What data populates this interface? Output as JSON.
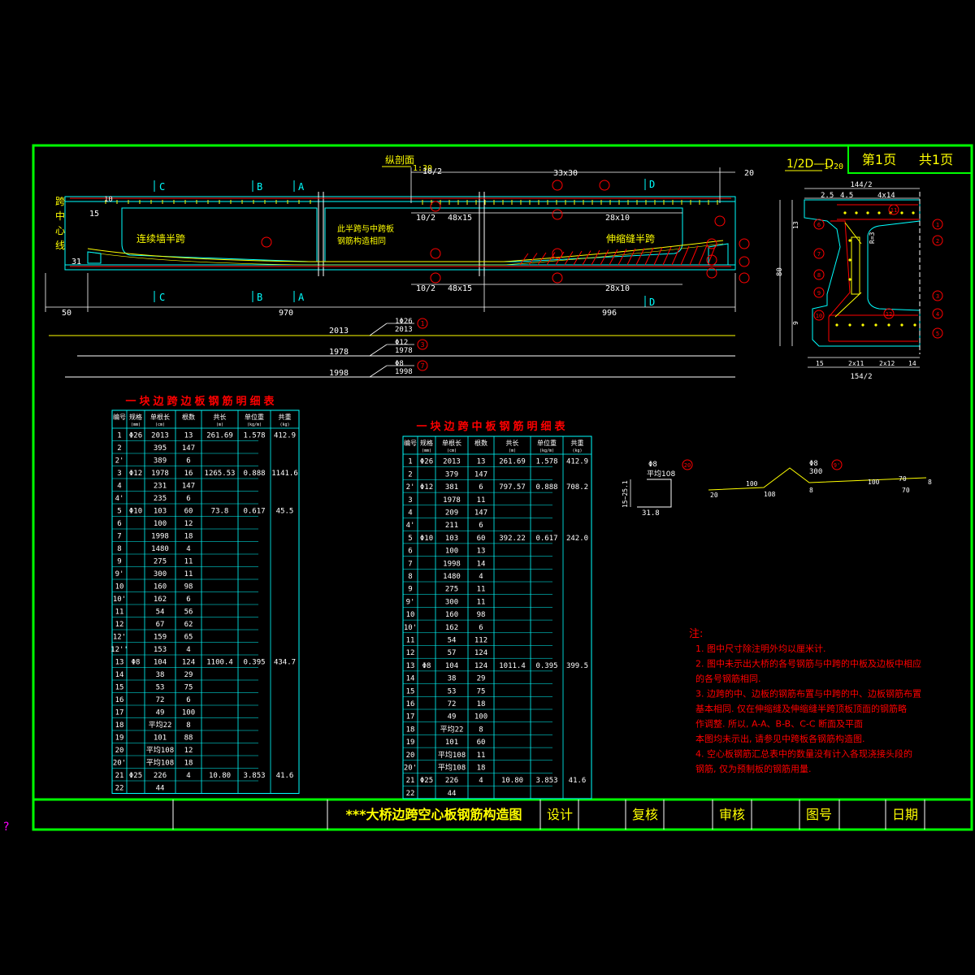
{
  "title_block": {
    "drawing_title": "***大桥边跨空心板钢筋构造图",
    "design": "设计",
    "check": "复核",
    "review": "审核",
    "drawing_no": "图号",
    "date": "日期",
    "page": "第1页",
    "total": "共1页"
  },
  "corner_mark": "?",
  "elevation": {
    "title": "纵剖面",
    "scale": "1:30",
    "center_line": [
      "跨",
      "中",
      "心",
      "线"
    ],
    "sec_c": "C",
    "sec_b": "B",
    "sec_a": "A",
    "sec_d": "D",
    "label_continuous": "连续墙半跨",
    "label_expansion": "伸缩缝半跨",
    "label_note": [
      "此半跨与中跨板",
      "钢筋构造相同"
    ],
    "dim_total_left": "970",
    "dim_total_right": "996",
    "dim_left_end": "50",
    "dim_right_end": "20",
    "dim_top_r": "33x30",
    "dim_top_a": "10/2",
    "dim_top_b": "48x15",
    "dim_top_c": "28x10",
    "dim_bot_a": "10/2",
    "dim_bot_b": "48x15",
    "dim_bot_c": "28x10",
    "dim_15": "15",
    "dim_31": "31",
    "dim_10": "10"
  },
  "bars": [
    {
      "len": "2013",
      "spec": "1Φ26",
      "sub": "2013",
      "id": "1"
    },
    {
      "len": "1978",
      "spec": "Φ12",
      "sub": "1978",
      "id": "3"
    },
    {
      "len": "1998",
      "spec": "Φ8",
      "sub": "1998",
      "id": "7"
    }
  ],
  "section": {
    "title": "1/2D—D",
    "scale": "1:20",
    "dim_top": "144/2",
    "dim_top2": "2.5",
    "dim_top3": "4.5",
    "dim_top4": "4x14",
    "dim_bottom": "154/2",
    "dim_b1": "15",
    "dim_b2": "2x11",
    "dim_b3": "2x12",
    "dim_b4": "14",
    "dim_height": "80",
    "dim_h1": "13",
    "dim_h2": "9",
    "dim_r": "R=3",
    "callouts": [
      "1",
      "2",
      "3",
      "4",
      "5",
      "6",
      "7",
      "8",
      "9",
      "10",
      "11",
      "12"
    ]
  },
  "table_edge": {
    "title": "一块边跨边板钢筋明细表",
    "headers": [
      "编号",
      "规格",
      "单根长",
      "根数",
      "共长",
      "单位重",
      "共重"
    ],
    "sub_headers": [
      "(mm)",
      "(cm)",
      "",
      "(m)",
      "(kg/m)",
      "(kg)"
    ],
    "rows": [
      [
        "1",
        "Φ26",
        "2013",
        "13",
        "261.69",
        "1.578",
        "412.9"
      ],
      [
        "2",
        "",
        "395",
        "147",
        "",
        "",
        ""
      ],
      [
        "2'",
        "",
        "389",
        "6",
        "",
        "",
        ""
      ],
      [
        "3",
        "Φ12",
        "1978",
        "16",
        "1265.53",
        "0.888",
        "1141.6"
      ],
      [
        "4",
        "",
        "231",
        "147",
        "",
        "",
        ""
      ],
      [
        "4'",
        "",
        "235",
        "6",
        "",
        "",
        ""
      ],
      [
        "5",
        "Φ10",
        "103",
        "60",
        "73.8",
        "0.617",
        "45.5"
      ],
      [
        "6",
        "",
        "100",
        "12",
        "",
        "",
        ""
      ],
      [
        "7",
        "",
        "1998",
        "18",
        "",
        "",
        ""
      ],
      [
        "8",
        "",
        "1480",
        "4",
        "",
        "",
        ""
      ],
      [
        "9",
        "",
        "275",
        "11",
        "",
        "",
        ""
      ],
      [
        "9'",
        "",
        "300",
        "11",
        "",
        "",
        ""
      ],
      [
        "10",
        "",
        "160",
        "98",
        "",
        "",
        ""
      ],
      [
        "10'",
        "",
        "162",
        "6",
        "",
        "",
        ""
      ],
      [
        "11",
        "",
        "54",
        "56",
        "",
        "",
        ""
      ],
      [
        "12",
        "",
        "67",
        "62",
        "",
        "",
        ""
      ],
      [
        "12'",
        "",
        "159",
        "65",
        "",
        "",
        ""
      ],
      [
        "12''",
        "",
        "153",
        "4",
        "",
        "",
        ""
      ],
      [
        "13",
        "Φ8",
        "104",
        "124",
        "1100.4",
        "0.395",
        "434.7"
      ],
      [
        "14",
        "",
        "38",
        "29",
        "",
        "",
        ""
      ],
      [
        "15",
        "",
        "53",
        "75",
        "",
        "",
        ""
      ],
      [
        "16",
        "",
        "72",
        "6",
        "",
        "",
        ""
      ],
      [
        "17",
        "",
        "49",
        "100",
        "",
        "",
        ""
      ],
      [
        "18",
        "",
        "平均22",
        "8",
        "",
        "",
        ""
      ],
      [
        "19",
        "",
        "101",
        "88",
        "",
        "",
        ""
      ],
      [
        "20",
        "",
        "平均108",
        "12",
        "",
        "",
        ""
      ],
      [
        "20'",
        "",
        "平均108",
        "18",
        "",
        "",
        ""
      ],
      [
        "21",
        "Φ25",
        "226",
        "4",
        "10.80",
        "3.853",
        "41.6"
      ],
      [
        "22",
        "",
        "44",
        "",
        "",
        "",
        ""
      ]
    ]
  },
  "table_mid": {
    "title": "一块边跨中板钢筋明细表",
    "headers": [
      "编号",
      "规格",
      "单根长",
      "根数",
      "共长",
      "单位重",
      "共重"
    ],
    "sub_headers": [
      "(mm)",
      "(cm)",
      "",
      "(m)",
      "(kg/m)",
      "(kg)"
    ],
    "rows": [
      [
        "1",
        "Φ26",
        "2013",
        "13",
        "261.69",
        "1.578",
        "412.9"
      ],
      [
        "2",
        "",
        "379",
        "147",
        "",
        "",
        ""
      ],
      [
        "2'",
        "Φ12",
        "381",
        "6",
        "797.57",
        "0.888",
        "708.2"
      ],
      [
        "3",
        "",
        "1978",
        "11",
        "",
        "",
        ""
      ],
      [
        "4",
        "",
        "209",
        "147",
        "",
        "",
        ""
      ],
      [
        "4'",
        "",
        "211",
        "6",
        "",
        "",
        ""
      ],
      [
        "5",
        "Φ10",
        "103",
        "60",
        "392.22",
        "0.617",
        "242.0"
      ],
      [
        "6",
        "",
        "100",
        "13",
        "",
        "",
        ""
      ],
      [
        "7",
        "",
        "1998",
        "14",
        "",
        "",
        ""
      ],
      [
        "8",
        "",
        "1480",
        "4",
        "",
        "",
        ""
      ],
      [
        "9",
        "",
        "275",
        "11",
        "",
        "",
        ""
      ],
      [
        "9'",
        "",
        "300",
        "11",
        "",
        "",
        ""
      ],
      [
        "10",
        "",
        "160",
        "98",
        "",
        "",
        ""
      ],
      [
        "10'",
        "",
        "162",
        "6",
        "",
        "",
        ""
      ],
      [
        "11",
        "",
        "54",
        "112",
        "",
        "",
        ""
      ],
      [
        "12",
        "",
        "57",
        "124",
        "",
        "",
        ""
      ],
      [
        "13",
        "Φ8",
        "104",
        "124",
        "1011.4",
        "0.395",
        "399.5"
      ],
      [
        "14",
        "",
        "38",
        "29",
        "",
        "",
        ""
      ],
      [
        "15",
        "",
        "53",
        "75",
        "",
        "",
        ""
      ],
      [
        "16",
        "",
        "72",
        "18",
        "",
        "",
        ""
      ],
      [
        "17",
        "",
        "49",
        "100",
        "",
        "",
        ""
      ],
      [
        "18",
        "",
        "平均22",
        "8",
        "",
        "",
        ""
      ],
      [
        "19",
        "",
        "101",
        "60",
        "",
        "",
        ""
      ],
      [
        "20",
        "",
        "平均108",
        "11",
        "",
        "",
        ""
      ],
      [
        "20'",
        "",
        "平均108",
        "18",
        "",
        "",
        ""
      ],
      [
        "21",
        "Φ25",
        "226",
        "4",
        "10.80",
        "3.853",
        "41.6"
      ],
      [
        "22",
        "",
        "44",
        "",
        "",
        "",
        ""
      ]
    ]
  },
  "detail_a": {
    "spec": "Φ8",
    "label": "平均108",
    "id": "20",
    "dim_v": "15~25.1",
    "dim_h": "31.8"
  },
  "detail_b": {
    "spec": "Φ8",
    "len": "300",
    "id": "9'",
    "d1": "20",
    "d2": "100",
    "d3": "108",
    "d4": "8",
    "d5": "100",
    "d6": "70",
    "d7": "70",
    "d8": "8"
  },
  "notes": {
    "title": "注:",
    "items": [
      "1. 图中尺寸除注明外均以厘米计.",
      "2. 图中未示出大桥的各号钢筋与中跨的中板及边板中相应",
      "   的各号钢筋相同.",
      "3. 边跨的中、边板的钢筋布置与中跨的中、边板钢筋布置",
      "   基本相同. 仅在伸缩缝及伸缩缝半跨顶板顶面的钢筋略",
      "   作调整. 所以, A-A、B-B、C-C 断面及平面",
      "   本图均未示出, 请参见中跨板各钢筋构造图.",
      "4. 空心板钢筋汇总表中的数量没有计入各现浇接头段的",
      "   钢筋, 仅为预制板的钢筋用量."
    ]
  },
  "colors": {
    "frame": "#00ff00",
    "cyan": "#00ffff",
    "red": "#ff0000",
    "yellow": "#ffff00",
    "white": "#ffffff",
    "magenta": "#ff00ff"
  }
}
